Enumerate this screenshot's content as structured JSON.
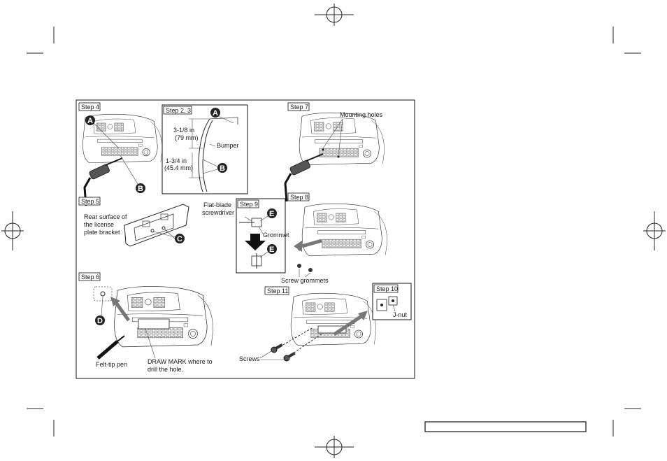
{
  "labels": {
    "step4": "Step 4",
    "step23": "Step 2, 3",
    "step7": "Step 7",
    "step5": "Step 5",
    "step9": "Step 9",
    "step8": "Step 8",
    "step6": "Step 6",
    "step11": "Step 11",
    "step10": "Step 10",
    "mounting_holes": "Mounting holes",
    "dim1_a": "3-1/8 in",
    "dim1_b": "(79 mm)",
    "bumper": "Bumper",
    "dim2_a": "1-3/4 in",
    "dim2_b": "(45.4 mm)",
    "rear_1": "Rear surface of",
    "rear_2": "the license",
    "rear_3": "plate bracket",
    "flat_1": "Flat-blade",
    "flat_2": "screwdriver",
    "grommet": "Grommet",
    "screw_grommets": "Screw grommets",
    "jnut": "J-nut",
    "felt": "Felt-tip pen",
    "draw_1": "DRAW MARK where to",
    "draw_2": "drill the hole.",
    "screws": "Screws",
    "A": "A",
    "B": "B",
    "C": "C",
    "D": "D",
    "E": "E"
  }
}
